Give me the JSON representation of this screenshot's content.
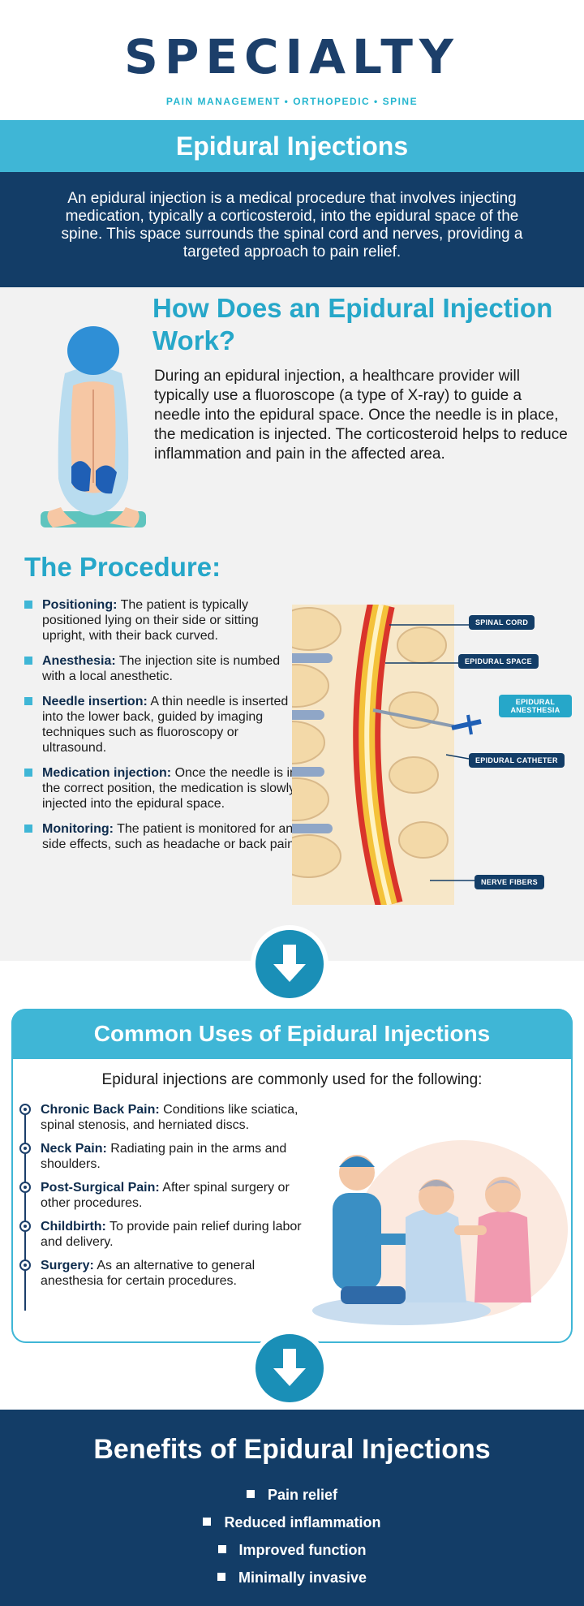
{
  "header": {
    "logo": "SPECIALTY",
    "tagline": "PAIN MANAGEMENT • ORTHOPEDIC • SPINE",
    "title": "Epidural Injections"
  },
  "intro": {
    "text": "An epidural injection is a medical procedure that involves injecting medication, typically a corticosteroid, into the epidural space of the spine. This space surrounds the spinal cord and nerves, providing a targeted approach to pain relief."
  },
  "how": {
    "title": "How Does an Epidural Injection Work?",
    "body": "During an epidural injection, a healthcare provider will typically use a fluoroscope (a type of X-ray) to guide a needle into the epidural space. Once the needle is in place, the medication is injected. The corticosteroid helps to reduce inflammation and pain in the affected area."
  },
  "procedure": {
    "title": "The Procedure:",
    "steps": [
      {
        "term": "Positioning:",
        "text": " The patient is typically positioned lying on their side or sitting upright, with their back curved."
      },
      {
        "term": "Anesthesia:",
        "text": " The injection site is numbed with a local anesthetic."
      },
      {
        "term": "Needle insertion:",
        "text": " A thin needle is inserted into the lower back, guided by imaging techniques such as fluoroscopy or ultrasound."
      },
      {
        "term": "Medication injection:",
        "text": " Once the needle is in the correct position, the medication is slowly injected into the epidural space."
      },
      {
        "term": "Monitoring:",
        "text": " The patient is monitored for any side effects, such as headache or back pain."
      }
    ]
  },
  "spine_labels": {
    "spinal_cord": "SPINAL CORD",
    "epidural_space": "EPIDURAL SPACE",
    "epidural_anesthesia": "EPIDURAL ANESTHESIA",
    "epidural_catheter": "EPIDURAL CATHETER",
    "nerve_fibers": "NERVE FIBERS"
  },
  "uses": {
    "title": "Common Uses of Epidural Injections",
    "intro": "Epidural injections are commonly used for the following:",
    "items": [
      {
        "term": "Chronic Back Pain:",
        "text": " Conditions like sciatica, spinal stenosis, and herniated discs."
      },
      {
        "term": "Neck Pain:",
        "text": " Radiating pain in the arms and shoulders."
      },
      {
        "term": "Post-Surgical Pain:",
        "text": " After spinal surgery or other procedures."
      },
      {
        "term": "Childbirth:",
        "text": " To provide pain relief during labor and delivery."
      },
      {
        "term": "Surgery:",
        "text": " As an alternative to general anesthesia for certain procedures."
      }
    ]
  },
  "benefits": {
    "title": "Benefits of Epidural Injections",
    "items": [
      "Pain relief",
      "Reduced inflammation",
      "Improved function",
      "Minimally invasive"
    ]
  },
  "colors": {
    "navy": "#133d67",
    "teal": "#3fb6d6",
    "accent_blue": "#26a7c9",
    "arrow_blue": "#1a8fb7",
    "spine_red": "#d9342b",
    "spine_yellow": "#f4c23a",
    "bone": "#f3d9a8"
  },
  "icons": {
    "arrow": "arrow-down-icon",
    "bullet": "square-bullet-icon",
    "ring": "ring-bullet-icon"
  }
}
